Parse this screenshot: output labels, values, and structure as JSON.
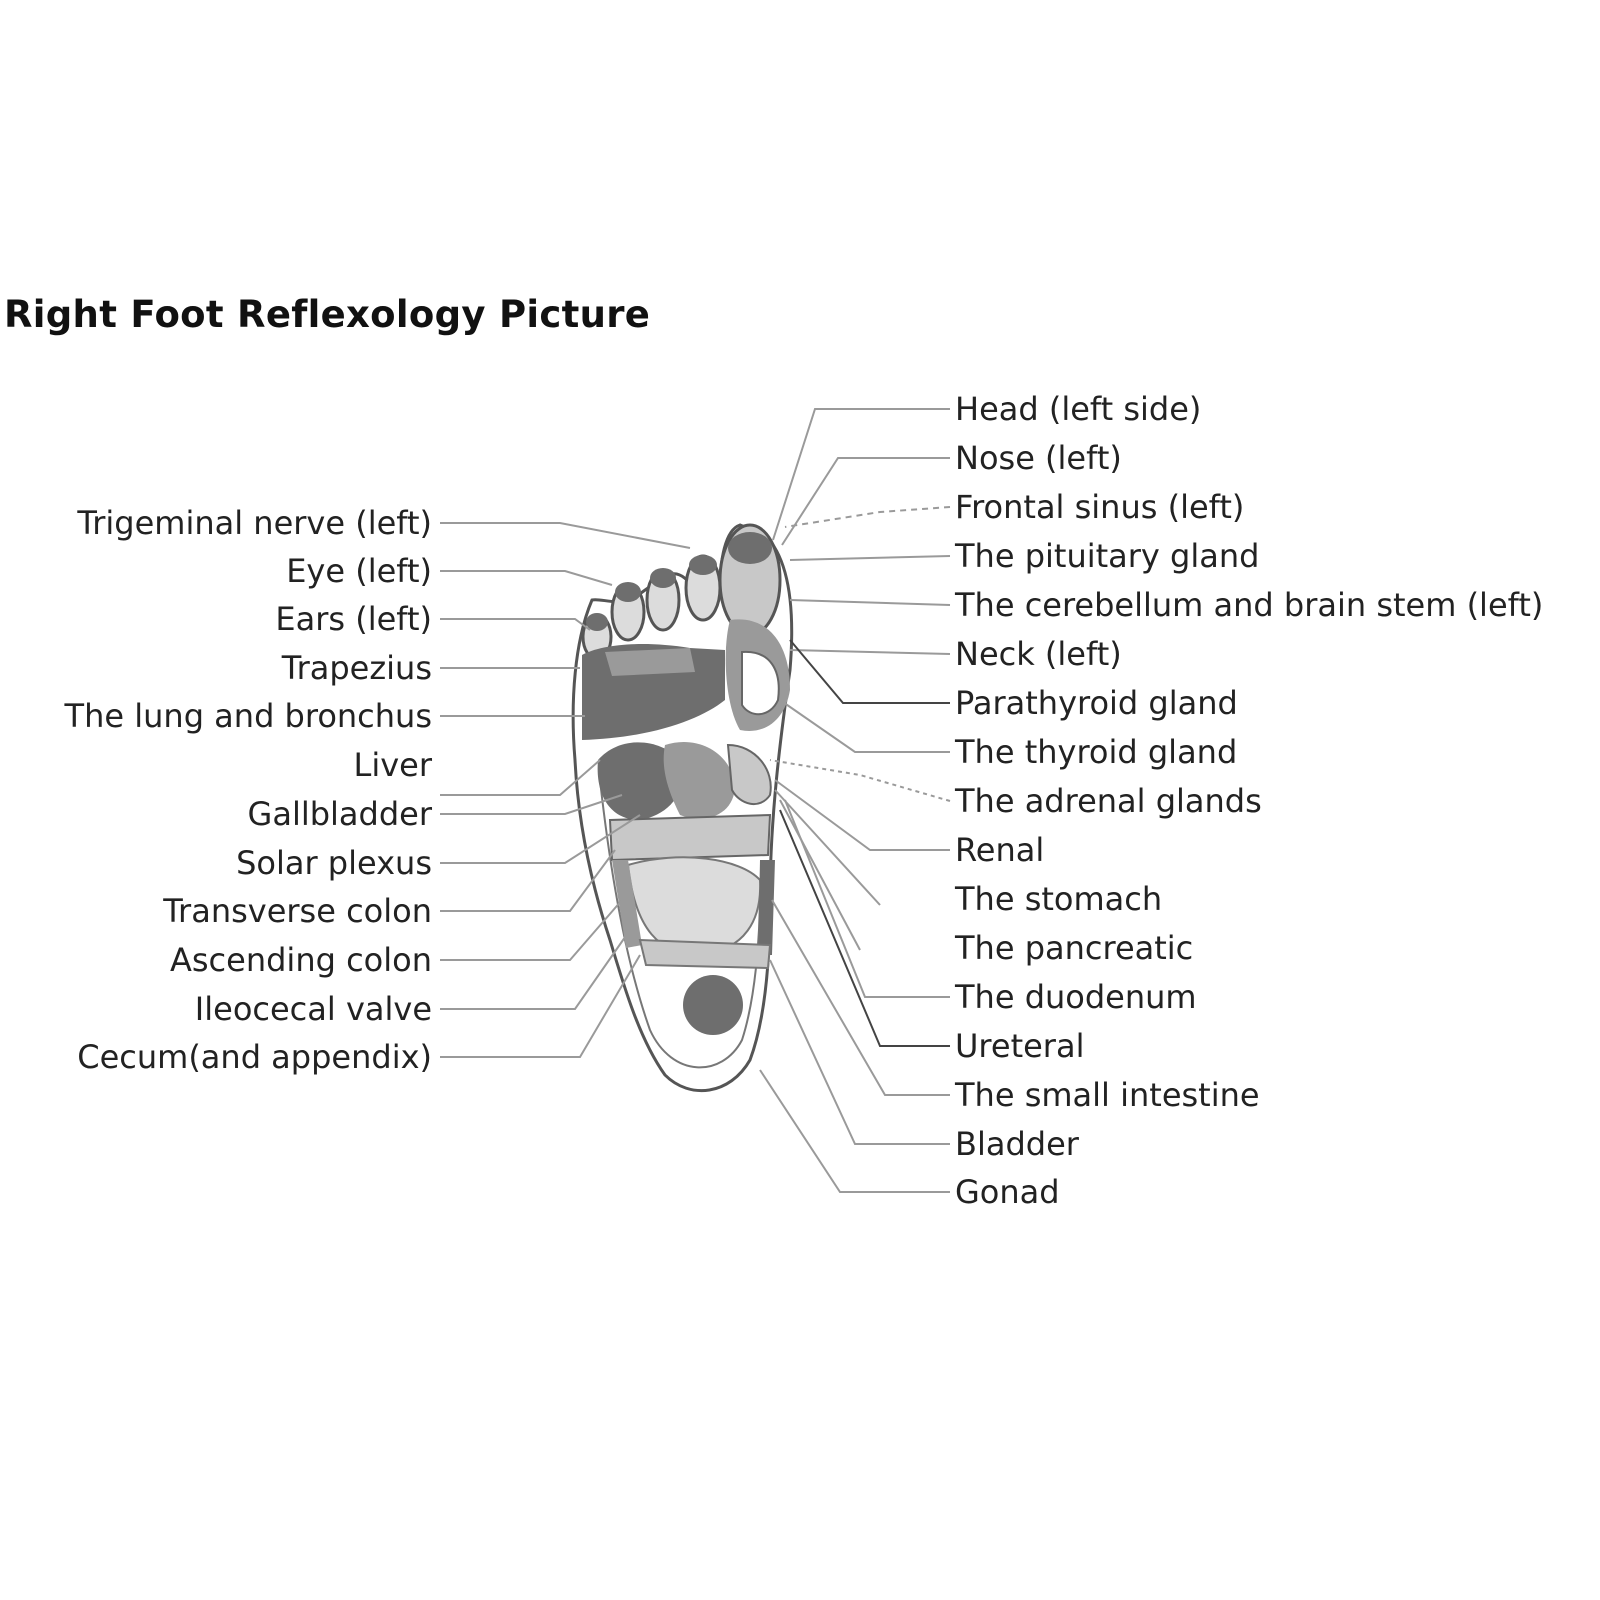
{
  "title": "Right Foot Reflexology Picture",
  "left_labels": [
    "Trigeminal nerve (left)",
    "Eye (left)",
    "Ears (left)",
    "Trapezius",
    "The lung and bronchus",
    "Liver",
    "Gallbladder",
    "Solar plexus",
    "Transverse colon",
    "Ascending colon",
    "Ileocecal valve",
    "Cecum(and appendix)"
  ],
  "right_labels": [
    "Head (left side)",
    "Nose (left)",
    "Frontal sinus (left)",
    "The pituitary gland",
    "The cerebellum and brain stem (left)",
    "Neck (left)",
    "Parathyroid gland",
    "The thyroid gland",
    "The adrenal glands",
    "Renal",
    "The stomach",
    "The pancreatic",
    "The duodenum",
    "Ureteral",
    "The small intestine",
    "Bladder",
    "Gonad"
  ],
  "colors": {
    "dark_zone": "#6e6e6e",
    "mid_zone": "#9a9a9a",
    "light_zone": "#c8c8c8",
    "outline": "#555555",
    "leader_line": "#9a9a9a"
  }
}
